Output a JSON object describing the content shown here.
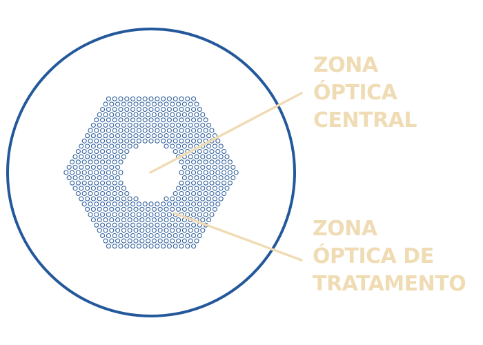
{
  "labels": {
    "central_zone": [
      "ZONA",
      "ÓPTICA",
      "CENTRAL"
    ],
    "treatment_zone": [
      "ZONA",
      "ÓPTICA DE",
      "TRATAMENTO"
    ]
  },
  "colors": {
    "lens_outline": "#23589b",
    "microlens_dots": "#2f5f9c",
    "callout": "#f0dcb4",
    "background": "#ffffff"
  }
}
